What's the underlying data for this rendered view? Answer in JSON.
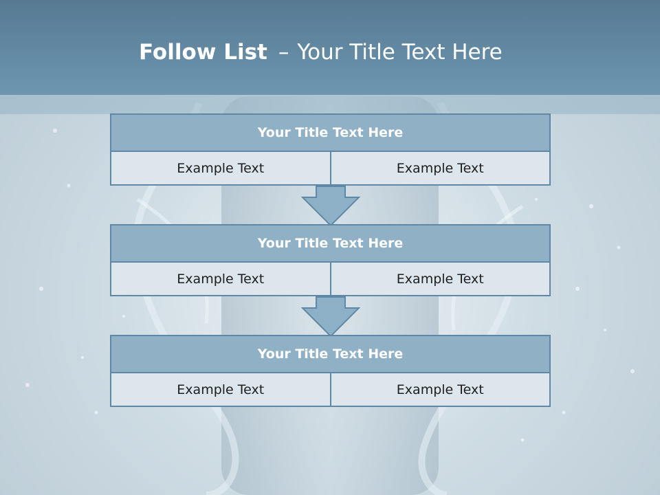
{
  "slide": {
    "title_bold": "Follow List",
    "title_separator": "–",
    "title_rest": "Your Title Text Here"
  },
  "list": [
    {
      "title": "Your Title Text Here",
      "items": [
        "Example Text",
        "Example Text"
      ]
    },
    {
      "title": "Your Title Text Here",
      "items": [
        "Example Text",
        "Example Text"
      ]
    },
    {
      "title": "Your Title Text Here",
      "items": [
        "Example Text",
        "Example Text"
      ]
    }
  ],
  "colors": {
    "header": "#6d96b1",
    "box_title": "#90b0c5",
    "box_border": "#5f88a6",
    "box_cell": "#dde6ec",
    "arrow": "#8eb0c6"
  }
}
